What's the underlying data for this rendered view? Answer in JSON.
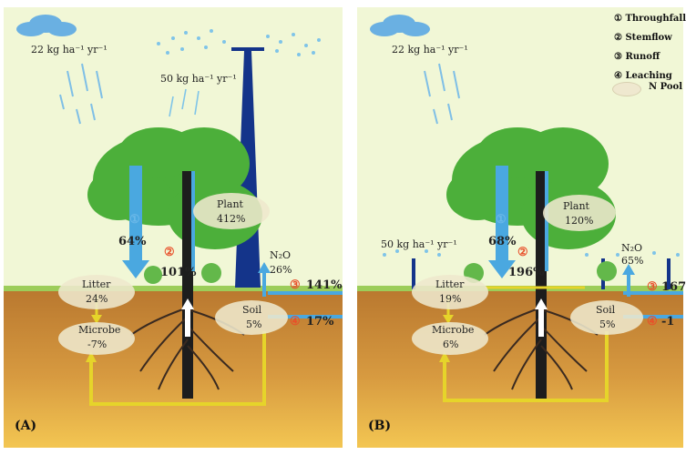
{
  "panel_a": {
    "label": "(A)",
    "rain": "22 kg ha⁻¹ yr⁻¹",
    "sprinkler": "50 kg ha⁻¹ yr⁻¹",
    "plant": {
      "name": "Plant",
      "value": "412%"
    },
    "litter": {
      "name": "Litter",
      "value": "24%"
    },
    "microbe": {
      "name": "Microbe",
      "value": "-7%"
    },
    "soil": {
      "name": "Soil",
      "value": "5%"
    },
    "n2o": {
      "name": "N₂O",
      "value": "26%"
    },
    "throughfall": {
      "num": "①",
      "value": "64%"
    },
    "stemflow": {
      "num": "②",
      "value": "101%"
    },
    "runoff": {
      "num": "③",
      "value": "141%"
    },
    "leaching": {
      "num": "④",
      "value": "17%"
    }
  },
  "panel_b": {
    "label": "(B)",
    "rain": "22 kg ha⁻¹ yr⁻¹",
    "sprinkler": "50 kg ha⁻¹ yr⁻¹",
    "plant": {
      "name": "Plant",
      "value": "120%"
    },
    "litter": {
      "name": "Litter",
      "value": "19%"
    },
    "microbe": {
      "name": "Microbe",
      "value": "6%"
    },
    "soil": {
      "name": "Soil",
      "value": "5%"
    },
    "n2o": {
      "name": "N₂O",
      "value": "65%"
    },
    "throughfall": {
      "num": "①",
      "value": "68%"
    },
    "stemflow": {
      "num": "②",
      "value": "196%"
    },
    "runoff": {
      "num": "③",
      "value": "167"
    },
    "leaching": {
      "num": "④",
      "value": "-1"
    }
  },
  "legend": {
    "items": [
      "① Throughfall",
      "② Stemflow",
      "③ Runoff",
      "④ Leaching"
    ],
    "pool": "N Pool"
  },
  "colors": {
    "sky": "#f1f7d6",
    "soil_top": "#c98a3c",
    "soil_bottom": "#f0c050",
    "canopy": "#4caf3a",
    "flow_arrow": "#4aa8e0",
    "nutrient_line": "#e6d42a",
    "tower": "#14348a",
    "accent_red": "#e8502a"
  }
}
